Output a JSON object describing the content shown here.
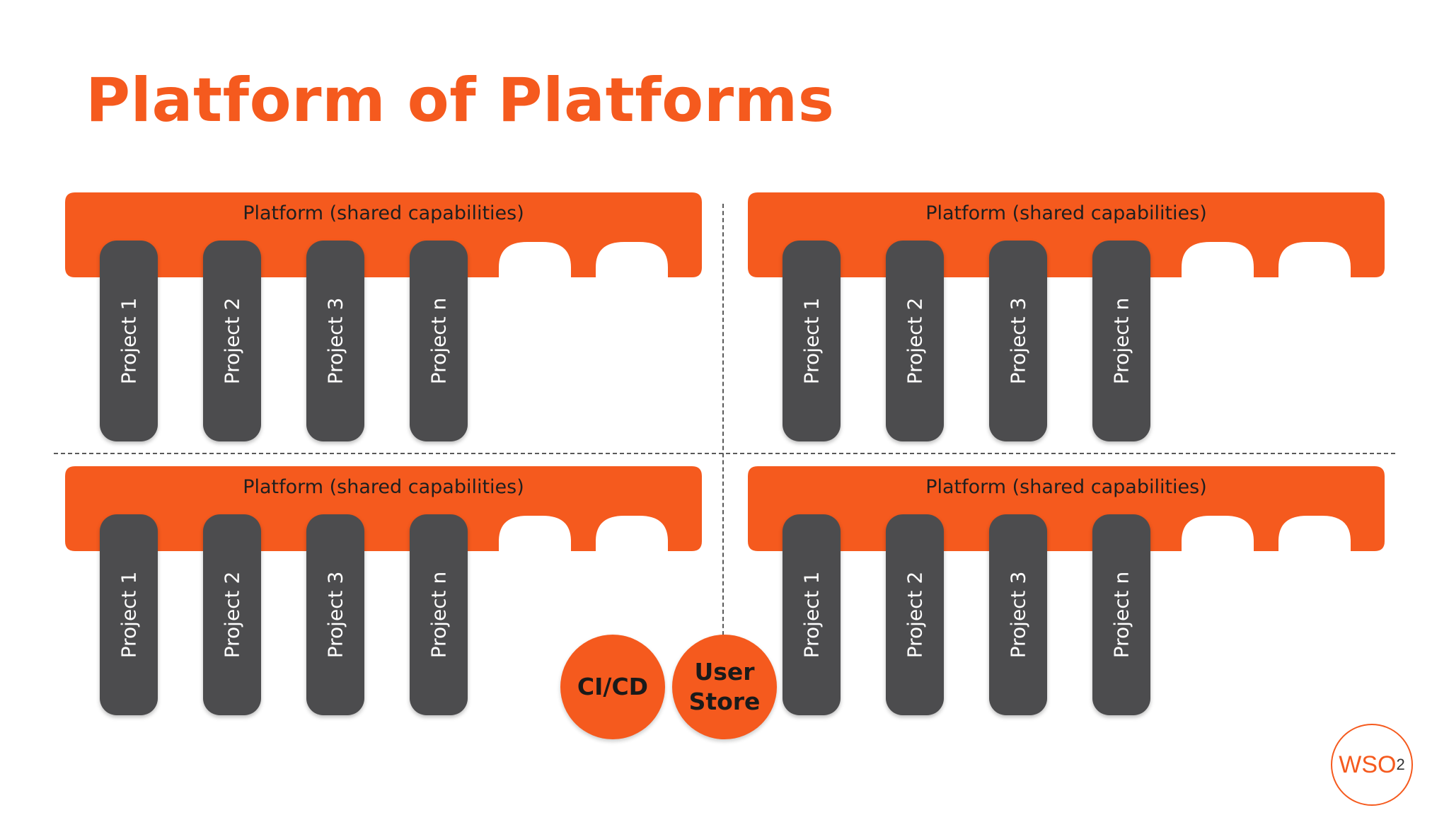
{
  "title": "Platform of Platforms",
  "colors": {
    "accent": "#f55a1e",
    "project": "#4c4c4e",
    "divider": "#5a5a5a"
  },
  "quadrants": [
    {
      "platform_label": "Platform (shared capabilities)",
      "projects": [
        "Project 1",
        "Project 2",
        "Project 3",
        "Project n"
      ]
    },
    {
      "platform_label": "Platform (shared capabilities)",
      "projects": [
        "Project 1",
        "Project 2",
        "Project 3",
        "Project n"
      ]
    },
    {
      "platform_label": "Platform (shared capabilities)",
      "projects": [
        "Project 1",
        "Project 2",
        "Project 3",
        "Project n"
      ]
    },
    {
      "platform_label": "Platform (shared capabilities)",
      "projects": [
        "Project 1",
        "Project 2",
        "Project 3",
        "Project n"
      ]
    }
  ],
  "shared_services": [
    {
      "label_lines": [
        "CI/CD"
      ]
    },
    {
      "label_lines": [
        "User",
        "Store"
      ]
    }
  ],
  "logo": {
    "text": "WSO",
    "subscript": "2"
  }
}
